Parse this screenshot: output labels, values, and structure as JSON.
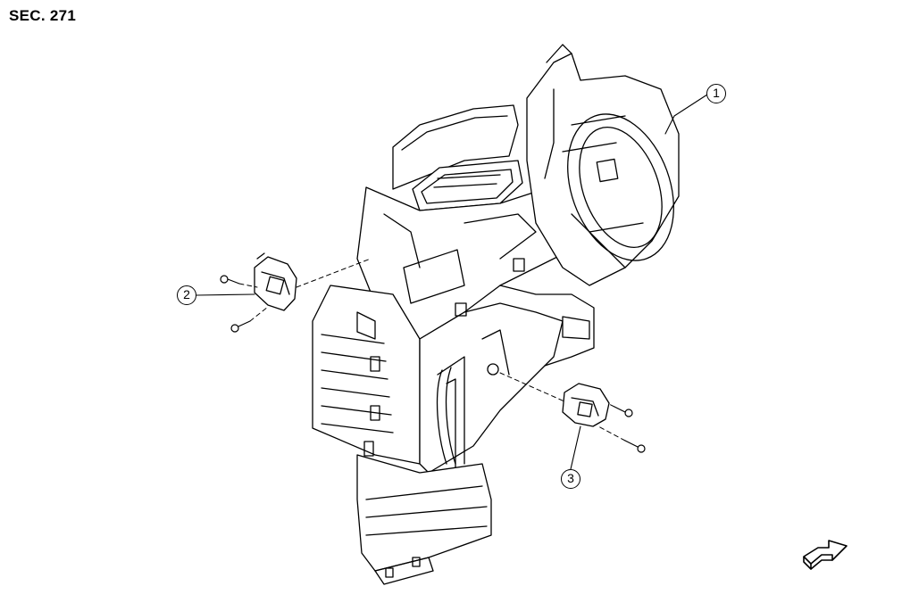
{
  "section_label": "SEC. 271",
  "callouts": {
    "part_1": "1",
    "part_2": "2",
    "part_3": "3"
  },
  "icons": {
    "front_direction": "front-arrow-icon"
  },
  "colors": {
    "line": "#000000",
    "background": "#ffffff"
  }
}
